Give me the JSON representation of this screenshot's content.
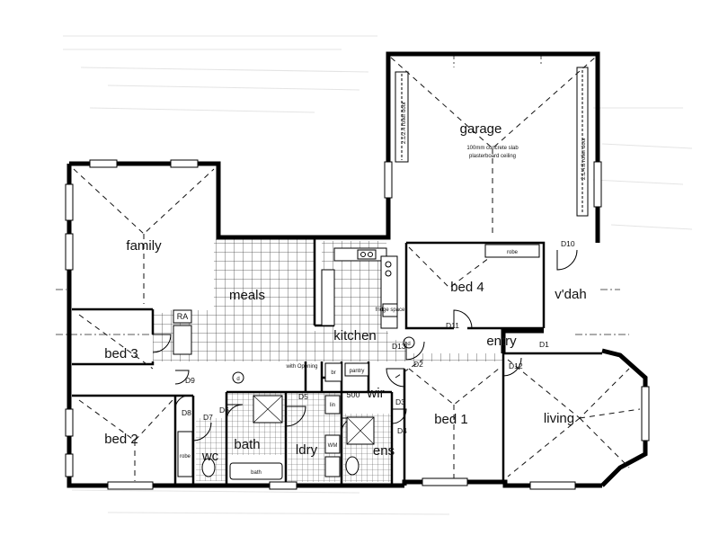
{
  "rooms": {
    "garage": "garage",
    "family": "family",
    "meals": "meals",
    "kitchen": "kitchen",
    "bed4": "bed 4",
    "vdah": "v'dah",
    "bed3": "bed 3",
    "bed2": "bed 2",
    "bed1": "bed 1",
    "living": "living",
    "entry": "entry",
    "bath": "bath",
    "ldry": "ldry",
    "ens": "ens",
    "wc": "wc",
    "wir": "wir"
  },
  "notes": {
    "garage_slab": "100mm concrete slab",
    "garage_ceiling": "plasterboard ceiling",
    "roller_door_left": "2.1/2.4 roller door",
    "roller_door_right": "2.1/4.8 roller door",
    "pantry": "pantry",
    "ra": "RA",
    "robe_bed4": "robe",
    "robe_bed2": "robe",
    "linen": "lin",
    "broom": "br",
    "wm": "WM",
    "bath_tub": "bath",
    "wir_width": "500",
    "fridge_space": "fridge space",
    "ceiling_note": "with Opening",
    "smoke_1": "d",
    "smoke_2": "d"
  },
  "doors": {
    "d1": "D1",
    "d2": "D2",
    "d3": "D3",
    "d4": "D4",
    "d5": "D5",
    "d6": "D6",
    "d7": "D7",
    "d8": "D8",
    "d9": "D9",
    "d10": "D10",
    "d11": "D11",
    "d12": "D12",
    "d13": "D13"
  }
}
